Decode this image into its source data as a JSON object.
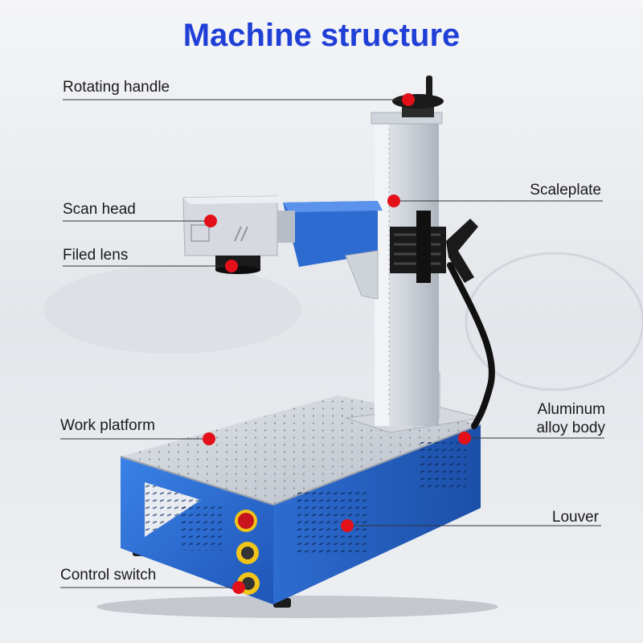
{
  "title": "Machine structure",
  "labels": {
    "rotating_handle": "Rotating handle",
    "scan_head": "Scan head",
    "filed_lens": "Filed lens",
    "work_platform": "Work platform",
    "control_switch": "Control switch",
    "scaleplate": "Scaleplate",
    "aluminum_line1": "Aluminum",
    "aluminum_line2": "alloy body",
    "louver": "Louver"
  },
  "colors": {
    "title": "#1f3fd6",
    "marker": "#e3101a",
    "body_blue": "#2f6fd0",
    "aluminum": "#c9ced6",
    "leader_line": "#333333"
  }
}
